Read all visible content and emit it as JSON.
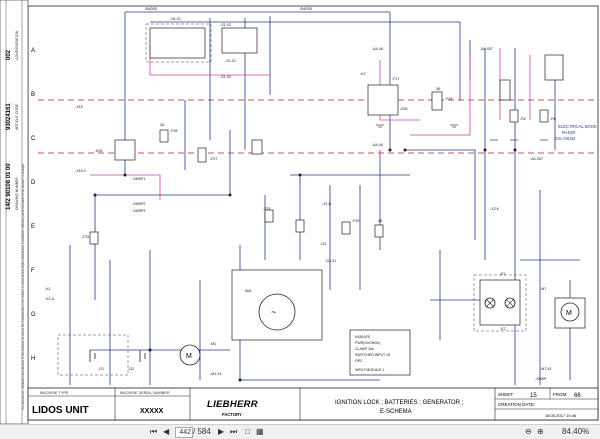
{
  "doc": {
    "title_lines": [
      "IGNITION LOCK ; BATTERIES ; GENERATOR ;",
      "E-SCHEMA"
    ],
    "machine_type_label": "MACHINE TYPE",
    "machine_type": "LIDOS UNIT",
    "serial_label": "MACHINE SERIAL NUMBER",
    "serial": "XXXXX",
    "brand": "LIEBHERR",
    "brand_sub": "FACTORY",
    "sheet_label": "SHEET:",
    "sheet": "15",
    "from_label": "FROM:",
    "from": "66",
    "creation_label": "CREATION DATE:",
    "creation_date": "18.05.2017 15:46",
    "vertical_id": "93024161",
    "vertical_code": "14/2 90108 01 00",
    "vertical_rev": "002",
    "vertical_l1": "ARTICLE CODE",
    "vertical_l2": "DRAWING NUMBER",
    "vertical_l3": "CONFIGURATION",
    "legal_note": "The reproduction, distribution and utilization of this document as well as the communication of its contents to others without explicit authorization is prohibited. Offenders will be held liable for the payment of damages.",
    "row_labels": [
      "A",
      "B",
      "C",
      "D",
      "E",
      "F",
      "G",
      "H"
    ],
    "note_electrical": "ELECTRICAL BOOK",
    "note_radio": "RADIO",
    "note_gs": "GS=G8.B3",
    "module_lines": [
      "N18A0F5",
      "PWR(OnOff/On)",
      "CLAMP 15e",
      "SWITCHED INPUT 15",
      "OPC",
      "INPUT MODULE 1"
    ],
    "labels": {
      "s1": "-S1.X1",
      "s1b": "-S1.X2",
      "s1c": "-S1.X1",
      "s1d": "-S1.X2",
      "wire1": "0N/0S0",
      "wire2": "0N/0S0",
      "a4x6": "-A4.X6",
      "a4x6b": "-A4.X6",
      "a4x57": "-A4.X57",
      "a4x57b": "-A4.X57",
      "f17": "-F17",
      "f18": "-F18",
      "k52": "-K52",
      "k2": "-K2",
      "f28": "-F28",
      "f27": "-F27",
      "f23": "-F23",
      "f30": "-F30",
      "x15": "-X15",
      "x15b": "-X15.X",
      "k01": "-K01",
      "xmsp1": "-XMSP1",
      "xmsp2": "-XMSP2",
      "xmsp3": "-XMSP3",
      "f31": "-F31",
      "k1": "-K1",
      "k1a": "-K1.A",
      "g1": "-G1",
      "g2": "-G2",
      "m1": "-M1",
      "m1x": "-M1.X1",
      "g3": "-G3",
      "g3x": "-G3.X1",
      "x1b": "-X1.B",
      "e1": "-E1",
      "e2": "-E2",
      "m7": "-M7",
      "m7x": "-M7.X1",
      "r2": "-R2",
      "r6": "-R6",
      "x2k": "-X2.K",
      "xmsp": "-XMSP",
      "code1": "3A",
      "code2": "2A",
      "code3": "80A",
      "code4": "4A"
    }
  },
  "toolbar": {
    "page_current": "442",
    "page_total": "/ 584",
    "zoom": "84.40%"
  }
}
